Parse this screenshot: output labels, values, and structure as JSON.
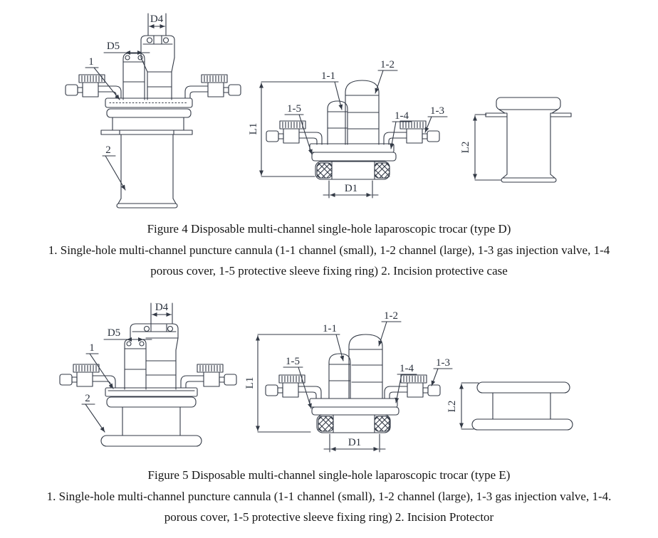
{
  "page": {
    "background": "#ffffff",
    "line_color": "#333a46",
    "text_color": "#161616"
  },
  "figure4": {
    "caption": "Figure 4 Disposable multi-channel single-hole laparoscopic trocar (type D)",
    "legend_line1": "1. Single-hole multi-channel puncture cannula (1-1 channel (small), 1-2 channel (large), 1-3 gas injection valve, 1-4",
    "legend_line2": "porous cover, 1-5 protective sleeve fixing ring) 2. Incision protective case",
    "labels": {
      "d4": "D4",
      "d5": "D5",
      "part1": "1",
      "part2": "2",
      "l1": "L1",
      "d1": "D1",
      "l2": "L2",
      "c11": "1-1",
      "c12": "1-2",
      "c13": "1-3",
      "c14": "1-4",
      "c15": "1-5"
    }
  },
  "figure5": {
    "caption": "Figure 5 Disposable multi-channel single-hole laparoscopic trocar (type E)",
    "legend_line1": "1. Single-hole multi-channel puncture cannula (1-1 channel (small), 1-2 channel (large), 1-3 gas injection valve, 1-4.",
    "legend_line2": "porous cover, 1-5 protective sleeve fixing ring) 2. Incision Protector",
    "labels": {
      "d4": "D4",
      "d5": "D5",
      "part1": "1",
      "part2": "2",
      "l1": "L1",
      "d1": "D1",
      "l2": "L2",
      "c11": "1-1",
      "c12": "1-2",
      "c13": "1-3",
      "c14": "1-4",
      "c15": "1-5"
    }
  }
}
